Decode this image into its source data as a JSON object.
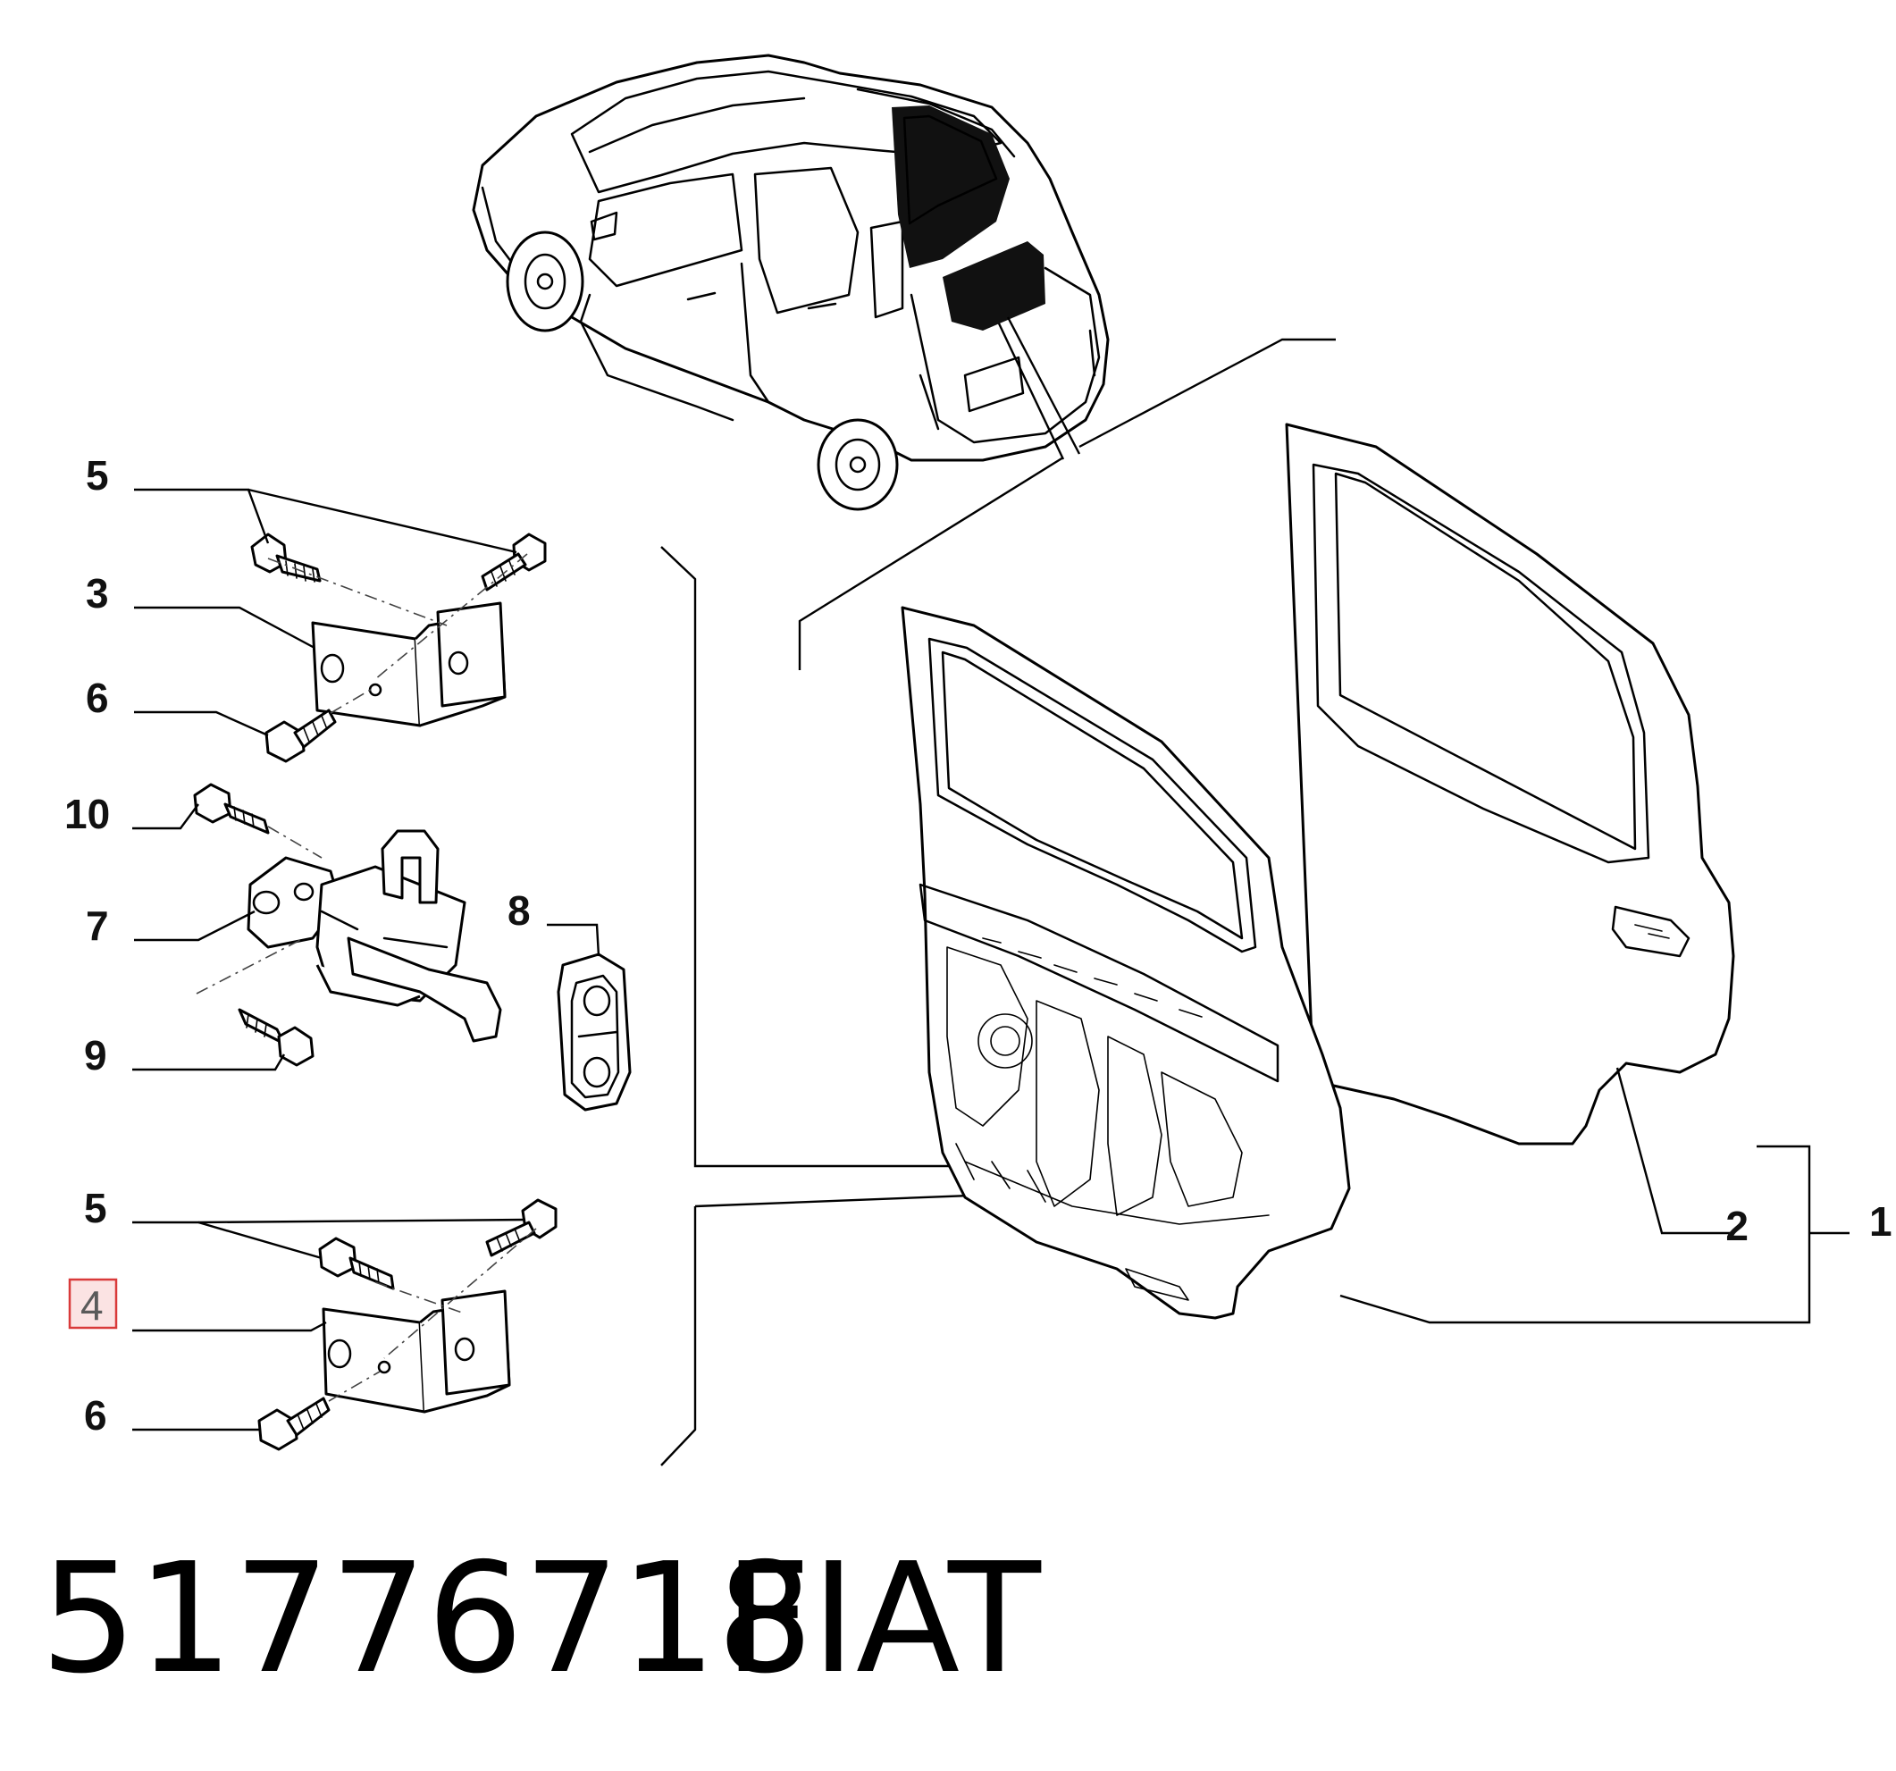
{
  "callouts": {
    "c1": "1",
    "c2": "2",
    "c3": "3",
    "c4": "4",
    "c5_top": "5",
    "c5_bottom": "5",
    "c6_top": "6",
    "c6_bottom": "6",
    "c7": "7",
    "c8": "8",
    "c9": "9",
    "c10": "10"
  },
  "highlight": {
    "callout": "4",
    "color": "#d93a3a"
  },
  "footer": {
    "part_number": "51776718",
    "brand": "FIAT"
  }
}
